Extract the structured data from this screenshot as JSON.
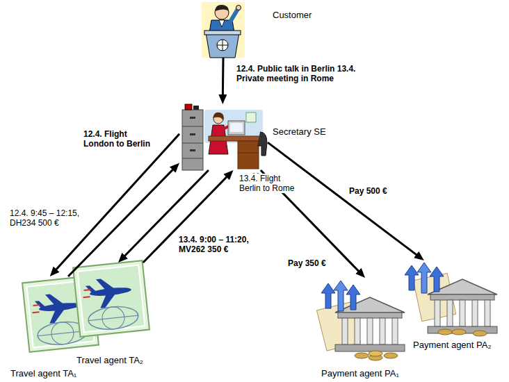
{
  "diagram": {
    "nodes": [
      {
        "text": [
          "Customer"
        ]
      },
      {
        "text": [
          "Secretary SE"
        ]
      },
      {
        "text": [
          "Travel agent TA₁"
        ]
      },
      {
        "text": [
          "Travel agent TA₂"
        ]
      },
      {
        "text": [
          "Payment agent PA₁"
        ]
      },
      {
        "text": [
          "Payment agent PA₂"
        ]
      }
    ],
    "edges": [
      {
        "from": 0,
        "to": 1,
        "arrow": "to",
        "label": "12.4. Public talk in Berlin 13.4. Private meeting in Rome"
      },
      {
        "from": 1,
        "to": 2,
        "arrow": "to",
        "label": "12.4. Flight London to Berlin"
      },
      {
        "from": 2,
        "to": 1,
        "arrow": "to",
        "label": "12.4. 9:45 – 12:15, DH234 500 €"
      },
      {
        "from": 1,
        "to": 3,
        "arrow": "to",
        "label": "13.4. Flight Berlin to Rome"
      },
      {
        "from": 3,
        "to": 1,
        "arrow": "to",
        "label": "13.4. 9:00 – 11:20, MV262 350 €"
      },
      {
        "from": 1,
        "to": 5,
        "arrow": "to",
        "label": "Pay 500 €"
      },
      {
        "from": 1,
        "to": 4,
        "arrow": "to",
        "label": "Pay 350 €"
      }
    ]
  }
}
